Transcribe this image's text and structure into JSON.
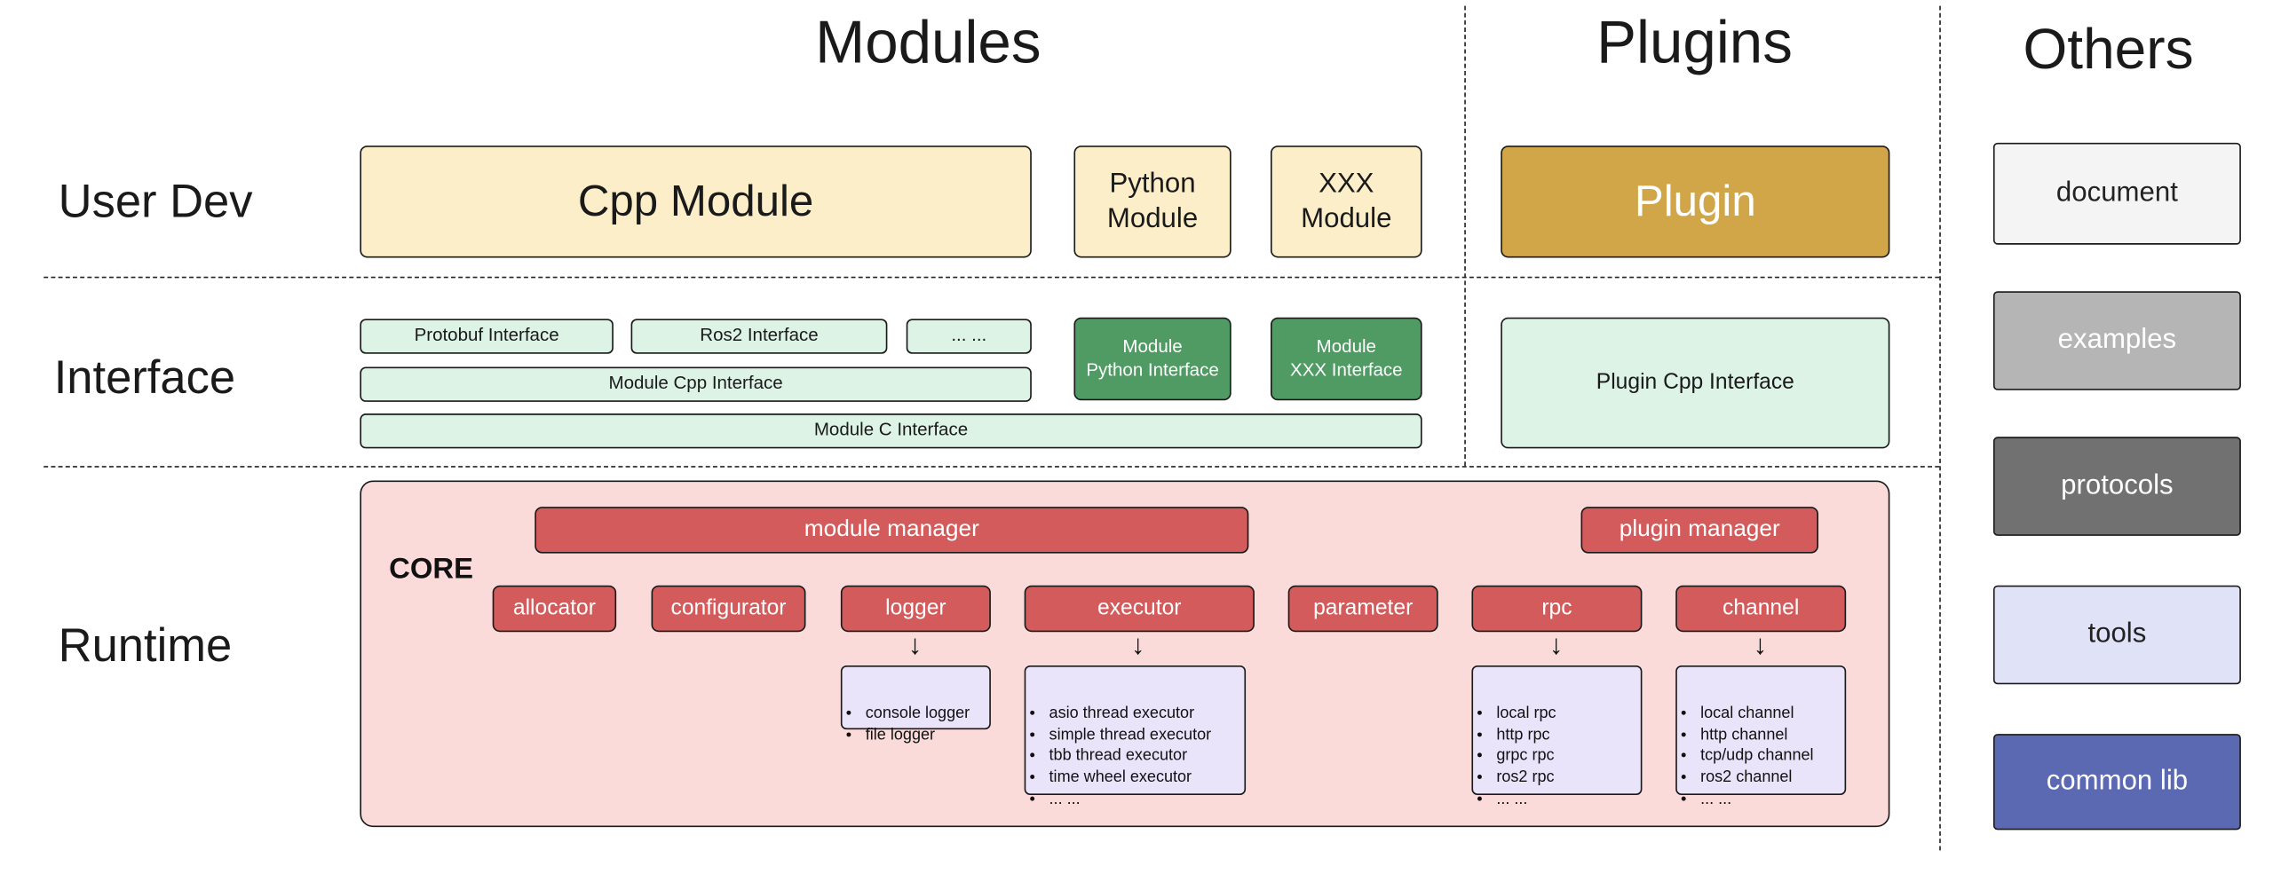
{
  "titles": {
    "modules": "Modules",
    "plugins": "Plugins",
    "others": "Others"
  },
  "row_labels": {
    "user_dev": "User Dev",
    "interface": "Interface",
    "runtime": "Runtime"
  },
  "user_dev": {
    "cpp_module": "Cpp Module",
    "python_module": "Python\nModule",
    "xxx_module": "XXX\nModule",
    "plugin": "Plugin"
  },
  "interface": {
    "protobuf_interface": "Protobuf Interface",
    "ros2_interface": "Ros2 Interface",
    "more_interfaces": "... ...",
    "module_cpp_interface": "Module Cpp Interface",
    "module_c_interface": "Module C Interface",
    "module_python_interface": "Module\nPython Interface",
    "module_xxx_interface": "Module\nXXX Interface",
    "plugin_cpp_interface": "Plugin Cpp Interface"
  },
  "runtime": {
    "core_label": "CORE",
    "module_manager": "module manager",
    "plugin_manager": "plugin manager",
    "components": [
      "allocator",
      "configurator",
      "logger",
      "executor",
      "parameter",
      "rpc",
      "channel"
    ],
    "logger_items": [
      "console logger",
      "file logger"
    ],
    "executor_items": [
      "asio thread executor",
      "simple thread executor",
      "tbb thread executor",
      "time wheel executor",
      "... ..."
    ],
    "rpc_items": [
      "local rpc",
      "http rpc",
      "grpc rpc",
      "ros2 rpc",
      "... ..."
    ],
    "channel_items": [
      "local channel",
      "http channel",
      "tcp/udp channel",
      "ros2 channel",
      "... ..."
    ]
  },
  "others_items": [
    {
      "label": "document"
    },
    {
      "label": "examples"
    },
    {
      "label": "protocols"
    },
    {
      "label": "tools"
    },
    {
      "label": "common lib"
    }
  ],
  "icons": {
    "arrow_down": "↓"
  },
  "colors": {
    "cream": "#FBEEC9",
    "gold": "#D0A648",
    "light-green": "#DDF3E6",
    "dark-green": "#4F9B63",
    "pink": "#FBDADA",
    "red": "#D45B5B",
    "lavender": "#EAE4FB",
    "others-document": "#F4F4F4",
    "others-examples": "#B5B5B5",
    "others-protocols": "#717171",
    "others-tools": "#E0E2F8",
    "others-common-lib": "#5B69B2",
    "border": "#1A1A1A"
  }
}
